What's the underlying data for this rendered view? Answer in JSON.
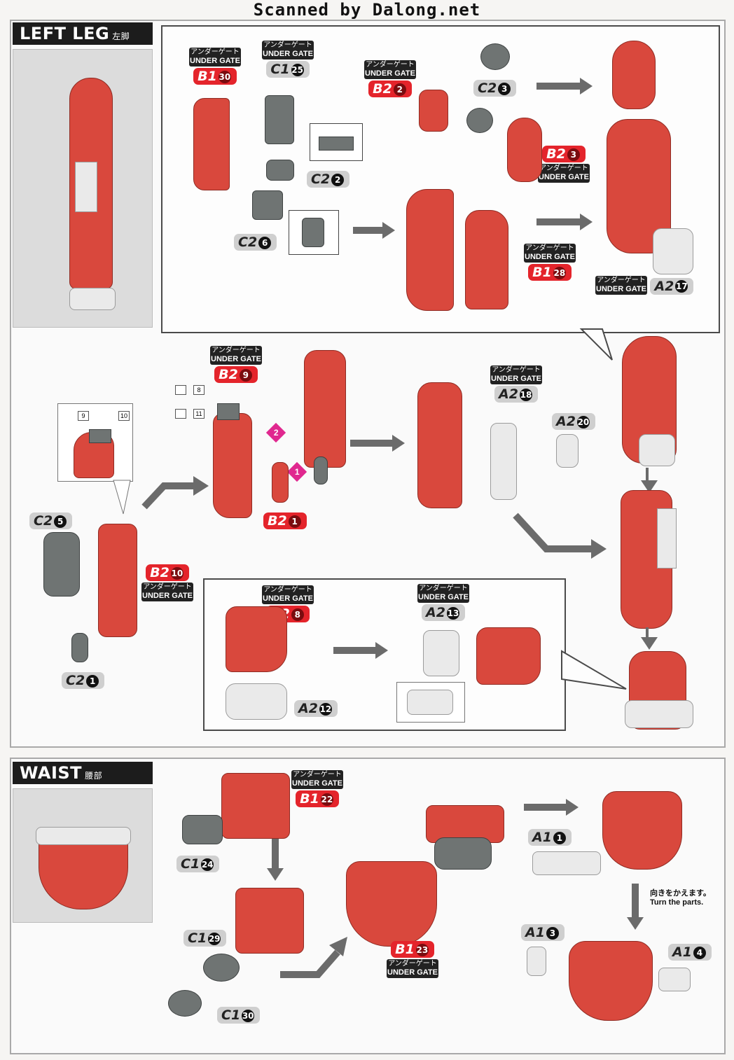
{
  "watermark": "Scanned by Dalong.net",
  "left_leg": {
    "title": "LEFT LEG",
    "title_jp": "左脚",
    "labels": [
      {
        "jp": "アンダーゲート",
        "en": "UNDER GATE",
        "code": "B1",
        "num": "30",
        "color": "red"
      },
      {
        "jp": "アンダーゲート",
        "en": "UNDER GATE",
        "code": "C1",
        "num": "25",
        "color": "grey"
      },
      {
        "jp": "アンダーゲート",
        "en": "UNDER GATE",
        "code": "B2",
        "num": "2",
        "color": "red"
      },
      {
        "jp": "",
        "en": "",
        "code": "C2",
        "num": "3",
        "color": "grey"
      },
      {
        "jp": "",
        "en": "",
        "code": "C2",
        "num": "2",
        "color": "grey"
      },
      {
        "jp": "",
        "en": "",
        "code": "C2",
        "num": "6",
        "color": "grey"
      },
      {
        "jp": "アンダーゲート",
        "en": "UNDER GATE",
        "code": "B2",
        "num": "3",
        "color": "red"
      },
      {
        "jp": "アンダーゲート",
        "en": "UNDER GATE",
        "code": "B1",
        "num": "28",
        "color": "red"
      },
      {
        "jp": "アンダーゲート",
        "en": "UNDER GATE",
        "code": "A2",
        "num": "17",
        "color": "grey"
      },
      {
        "jp": "アンダーゲート",
        "en": "UNDER GATE",
        "code": "B2",
        "num": "9",
        "color": "red"
      },
      {
        "jp": "アンダーゲート",
        "en": "UNDER GATE",
        "code": "A2",
        "num": "18",
        "color": "grey"
      },
      {
        "jp": "",
        "en": "",
        "code": "A2",
        "num": "20",
        "color": "grey"
      },
      {
        "jp": "",
        "en": "",
        "code": "B2",
        "num": "1",
        "color": "red"
      },
      {
        "jp": "",
        "en": "",
        "code": "C2",
        "num": "5",
        "color": "grey"
      },
      {
        "jp": "アンダーゲート",
        "en": "UNDER GATE",
        "code": "B2",
        "num": "10",
        "color": "red"
      },
      {
        "jp": "",
        "en": "",
        "code": "C2",
        "num": "1",
        "color": "grey"
      },
      {
        "jp": "アンダーゲート",
        "en": "UNDER GATE",
        "code": "B2",
        "num": "8",
        "color": "red"
      },
      {
        "jp": "アンダーゲート",
        "en": "UNDER GATE",
        "code": "A2",
        "num": "13",
        "color": "grey"
      },
      {
        "jp": "",
        "en": "",
        "code": "A2",
        "num": "12",
        "color": "grey"
      }
    ],
    "stickers": [
      "8",
      "11",
      "9",
      "10"
    ],
    "steps": [
      "2",
      "1"
    ]
  },
  "waist": {
    "title": "WAIST",
    "title_jp": "腰部",
    "labels": [
      {
        "jp": "アンダーゲート",
        "en": "UNDER GATE",
        "code": "B1",
        "num": "22",
        "color": "red"
      },
      {
        "jp": "",
        "en": "",
        "code": "C1",
        "num": "24",
        "color": "grey"
      },
      {
        "jp": "",
        "en": "",
        "code": "C1",
        "num": "29",
        "color": "grey"
      },
      {
        "jp": "",
        "en": "",
        "code": "C1",
        "num": "30",
        "color": "grey"
      },
      {
        "jp": "アンダーゲート",
        "en": "UNDER GATE",
        "code": "B1",
        "num": "23",
        "color": "red"
      },
      {
        "jp": "",
        "en": "",
        "code": "A1",
        "num": "1",
        "color": "grey"
      },
      {
        "jp": "",
        "en": "",
        "code": "A1",
        "num": "3",
        "color": "grey"
      },
      {
        "jp": "",
        "en": "",
        "code": "A1",
        "num": "4",
        "color": "grey"
      }
    ],
    "turn_note_jp": "向きをかえます。",
    "turn_note_en": "Turn the parts."
  },
  "colors": {
    "red_part": "#d9483d",
    "grey_part": "#6f7473",
    "white_part": "#eaeaea",
    "tag_red": "#e4242b"
  }
}
